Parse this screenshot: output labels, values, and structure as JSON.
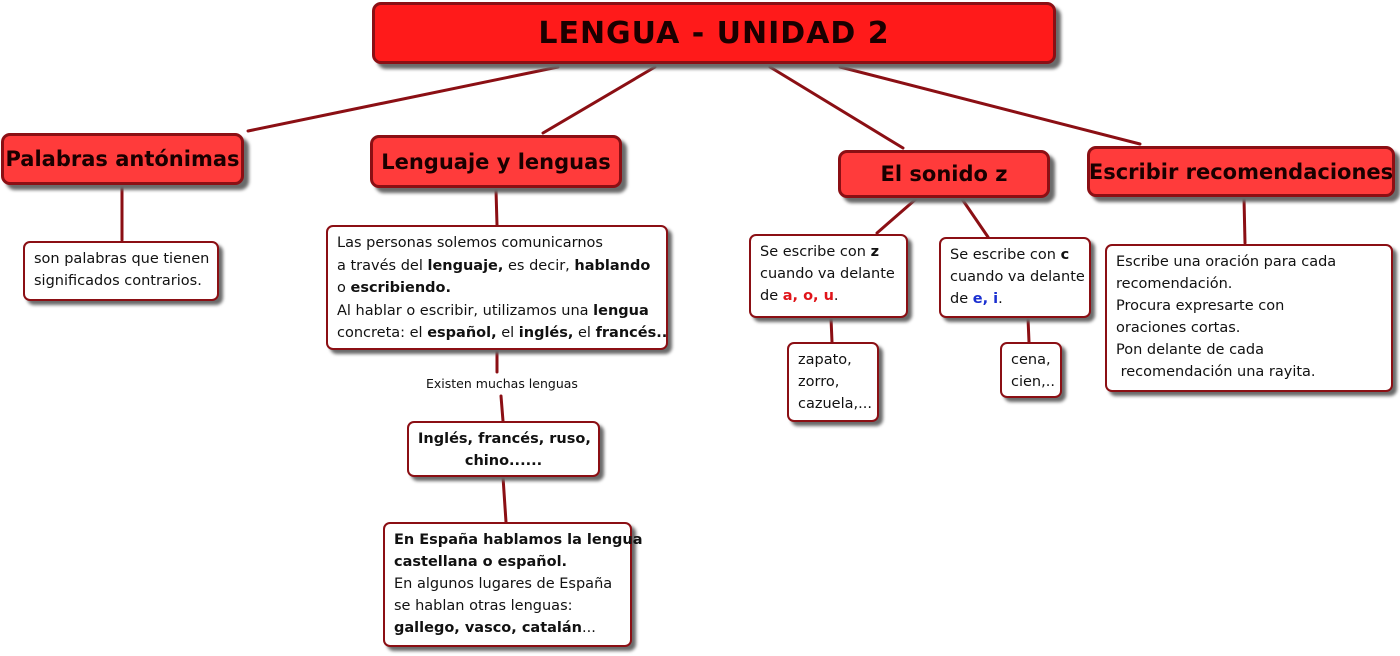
{
  "title": "LENGUA - UNIDAD 2",
  "colors": {
    "node_fill": "#ff3b3b",
    "node_border": "#8b0f14",
    "connector": "#8b0f14",
    "red_letters": "#e0141a",
    "blue_letters": "#1a2fd0"
  },
  "topics": {
    "antonimas": "Palabras antónimas",
    "lenguaje": "Lenguaje y lenguas",
    "sonido_z": "El sonido z",
    "recomendaciones": "Escribir recomendaciones"
  },
  "antonimas_note": {
    "line1": "son palabras que tienen",
    "line2": "significados contrarios."
  },
  "lenguaje_note": {
    "l1": "Las personas solemos comunicarnos",
    "l2a": "a través del ",
    "l2b": "lenguaje,",
    "l2c": " es decir, ",
    "l2d": "hablando",
    "l3a": "o ",
    "l3b": "escribiendo.",
    "l4a": "Al hablar o escribir, utilizamos una ",
    "l4b": "lengua",
    "l5a": "concreta: el ",
    "l5b": "español,",
    "l5c": " el ",
    "l5d": "inglés,",
    "l5e": " el ",
    "l5f": "francés.."
  },
  "link_label": "Existen muchas lenguas",
  "lenguas_note": {
    "line1": "Inglés, francés, ruso,",
    "line2": "chino......"
  },
  "espana_note": {
    "line1": "En España hablamos la lengua",
    "line2": "castellana o español.",
    "line3": "En algunos lugares de España",
    "line4": "se hablan otras lenguas:",
    "line5a": "gallego, vasco, catalán",
    "line5b": "..."
  },
  "z_note": {
    "line1a": "Se escribe con ",
    "line1b": "z",
    "line2": "cuando va delante",
    "line3a": "de ",
    "line3b": "a, o, u",
    "line3c": "."
  },
  "z_examples": {
    "line1": "zapato,",
    "line2": "zorro,",
    "line3": "cazuela,..."
  },
  "c_note": {
    "line1a": "Se escribe con ",
    "line1b": "c",
    "line2": "cuando va delante",
    "line3a": "de ",
    "line3b": "e, i",
    "line3c": "."
  },
  "c_examples": {
    "line1": "cena,",
    "line2": "cien,.."
  },
  "recomendaciones_note": {
    "line1": "Escribe una oración para cada",
    "line2": "recomendación.",
    "line3": "Procura expresarte con",
    "line4": "oraciones cortas.",
    "line5": "Pon delante de cada",
    "line6": " recomendación una rayita."
  }
}
